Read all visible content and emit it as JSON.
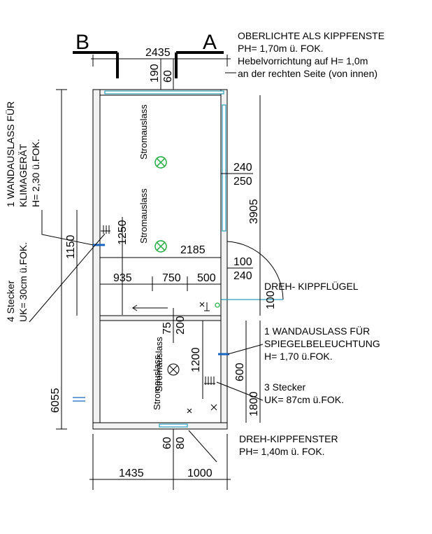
{
  "section_marks": {
    "b": "B",
    "a": "A"
  },
  "top_notes": {
    "line1": "OBERLICHTE ALS KIPPFENSTE",
    "line2": "PH= 1,70m ü. FOK.",
    "line3": "Hebelvorrichtung auf H= 1,0m",
    "line4": "an der rechten Seite (von innen)"
  },
  "left_notes": {
    "klima1": "1 WANDAUSLASS FÜR",
    "klima2": "KLIMAGERÄT",
    "klima3": "H= 2,30 ü.FOK.",
    "stecker1": "4 Stecker",
    "stecker2": "UK= 30cm ü.FOK."
  },
  "right_notes": {
    "dreh": "DREH- KIPPFLÜGEL",
    "spiegel1": "1 WANDAUSLASS FÜR",
    "spiegel2": "SPIEGELBELEUCHTUNG",
    "spiegel3": "H= 1,70 ü.FOK.",
    "stecker1": "3 Stecker",
    "stecker2": "UK= 87cm ü.FOK."
  },
  "bottom_notes": {
    "line1": "DREH-KIPPFENSTER",
    "line2": "PH= 1,40m ü. FOK."
  },
  "room_labels": {
    "strom_a": "Stromauslass",
    "strom_b": "Stromauslass",
    "strom_c": "Stromauslass",
    "strom_d": "Stromauslass"
  },
  "dimensions": {
    "top_width": "2435",
    "top_190": "190",
    "top_60": "60",
    "right_240a": "240",
    "right_250": "250",
    "right_3905": "3905",
    "right_100a": "100",
    "right_240b": "240",
    "right_100b": "100",
    "right_600": "600",
    "right_1800": "1800",
    "left_1150": "1150",
    "left_6055": "6055",
    "inner_1250": "1250",
    "inner_2185": "2185",
    "inner_935": "935",
    "inner_750": "750",
    "inner_500": "500",
    "inner_75": "75",
    "inner_200": "200",
    "inner_1200": "1200",
    "bottom_60": "60",
    "bottom_80": "80",
    "bottom_1435": "1435",
    "bottom_1000": "1000"
  },
  "colors": {
    "window": "#2a9fbf",
    "outlet": "#1aaa3a",
    "marker": "#1565c0"
  }
}
